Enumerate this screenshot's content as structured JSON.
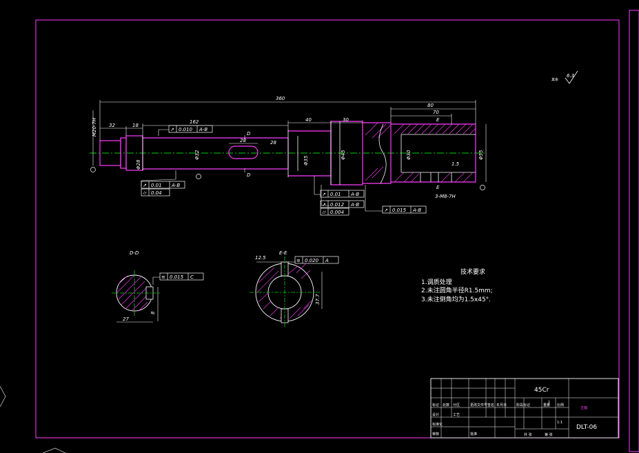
{
  "colors": {
    "background": "#000000",
    "frame": "#ff3cff",
    "outline": "#ffffff",
    "part": "#ff3cff",
    "centerline": "#00d000",
    "hatch": "#ff3cff"
  },
  "surface_finish": {
    "prefix": "其余",
    "value": "6.3"
  },
  "dimensions": {
    "overall": "360",
    "d32": "32",
    "d18": "18",
    "d162": "162",
    "d40": "40",
    "d30": "30",
    "d80": "80",
    "d70": "70",
    "key28": "28",
    "key28b": "28",
    "d_m20": "M20-7H",
    "d_left2": "Φ28",
    "d_mid": "Φ32",
    "d_shoulder": "Φ35",
    "d_big": "Φ45",
    "d_bore": "Φ30",
    "d_right": "Φ55",
    "thread": "3-M8-7H",
    "chamfer": "1.5"
  },
  "section_labels": {
    "d": "D",
    "e": "E"
  },
  "tolerances": [
    {
      "id": "t1",
      "sym": "↗",
      "val": "0.010",
      "datum": "A-B"
    },
    {
      "id": "t2",
      "sym": "↗",
      "val": "0.01",
      "datum": "A-B"
    },
    {
      "id": "t3",
      "sym": "⌭",
      "val": "0.04",
      "datum": ""
    },
    {
      "id": "t4",
      "sym": "↗",
      "val": "0.01",
      "datum": "A-B"
    },
    {
      "id": "t5",
      "sym": "↗",
      "val": "0.012",
      "datum": "A-B"
    },
    {
      "id": "t6",
      "sym": "⌭",
      "val": "0.004",
      "datum": ""
    },
    {
      "id": "t7",
      "sym": "↗",
      "val": "0.015",
      "datum": "A-B"
    },
    {
      "id": "t8",
      "sym": "≡",
      "val": "0.015",
      "datum": "C"
    },
    {
      "id": "t9",
      "sym": "≡",
      "val": "0.020",
      "datum": "A"
    }
  ],
  "section_dd": {
    "title": "D-D",
    "width": "27",
    "depth": "8"
  },
  "section_ee": {
    "title": "E-E",
    "width": "12.5",
    "depth": "37.7"
  },
  "tech_req": {
    "title": "技术要求",
    "items": [
      "1.调质处理",
      "2.未注圆角半径R1.5mm;",
      "3.未注倒角均为1.5x45°."
    ]
  },
  "title_block": {
    "material": "45Cr",
    "company": "",
    "part_name": "主轴",
    "drawing_no": "DLT-06",
    "scale": "1",
    "ratio": "1:1",
    "labels": [
      "标记",
      "处数",
      "分区",
      "更改文件号",
      "签名",
      "年月日",
      "设计",
      "标准化",
      "审核",
      "工艺",
      "批准",
      "阶段标记",
      "重量",
      "比例",
      "共 张",
      "第 张"
    ]
  }
}
